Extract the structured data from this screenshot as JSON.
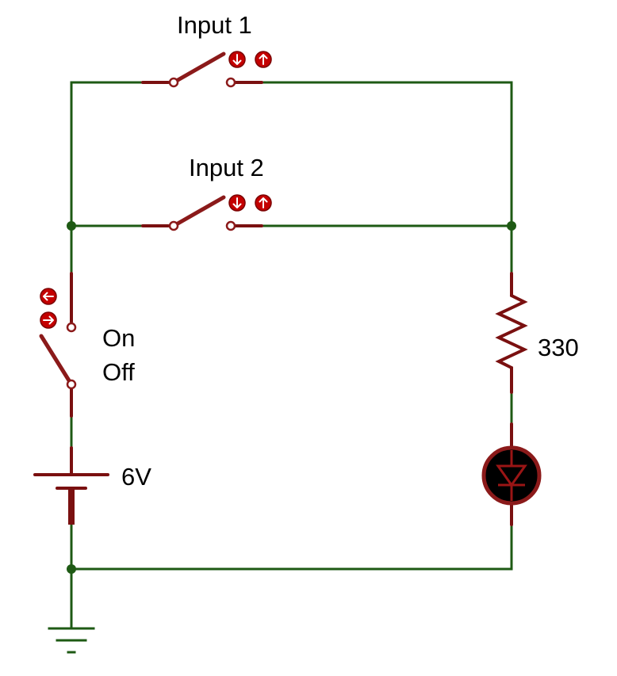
{
  "labels": {
    "switch1": "Input 1",
    "switch2": "Input 2",
    "switch3_on": "On",
    "switch3_off": "Off",
    "battery": "6V",
    "resistor": "330"
  },
  "colors": {
    "wire": "#1e5a14",
    "component": "#8b1a1a",
    "button": "#c40000",
    "led_body": "#000000"
  }
}
